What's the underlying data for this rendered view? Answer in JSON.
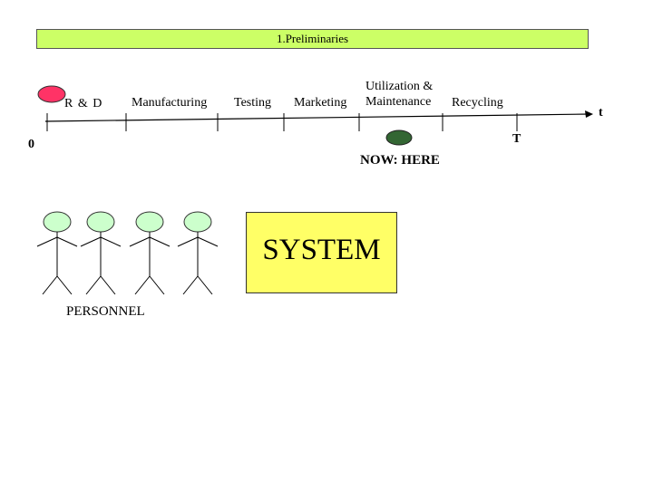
{
  "banner": {
    "title": "1.Preliminaries",
    "color": "#ccff66"
  },
  "timeline": {
    "phases": [
      "R & D",
      "Manufacturing",
      "Testing",
      "Marketing",
      "Utilization &",
      "Maintenance",
      "Recycling"
    ],
    "origin_label": "0",
    "end_label": "T",
    "axis_label": "t",
    "now_label": "NOW: HERE"
  },
  "system": {
    "label": "SYSTEM",
    "color": "#ffff66"
  },
  "personnel": {
    "label": "PERSONNEL",
    "count": 4,
    "head_color": "#ccffcc"
  },
  "markers": {
    "start_color": "#ff3366",
    "now_color": "#336633"
  }
}
